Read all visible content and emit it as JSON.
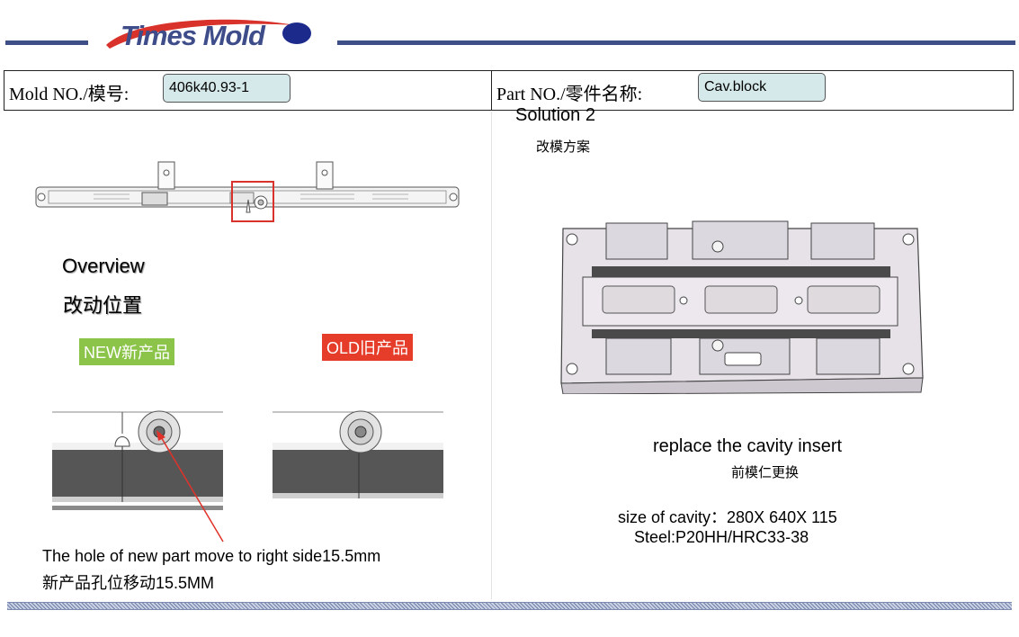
{
  "header": {
    "logo_text": "Times Mold"
  },
  "info": {
    "mold_label": "Mold NO./模号:",
    "mold_value": "406k40.93-1",
    "part_label": "Part NO./零件名称:",
    "part_value": "Cav.block"
  },
  "left": {
    "overview_en": "Overview",
    "overview_cn": "改动位置",
    "new_tag": "NEW新产品",
    "old_tag": "OLD旧产品",
    "note_en": "The hole of new part move to right side15.5mm",
    "note_cn": "新产品孔位移动15.5MM"
  },
  "right": {
    "solution_en": "Solution 2",
    "solution_cn": "改模方案",
    "replace_en": "replace the cavity insert",
    "replace_cn": "前模仁更换",
    "size_text": "size of cavity：280X 640X 115",
    "steel_text": "Steel:P20HH/HRC33-38"
  },
  "colors": {
    "brand_blue": "#3e4d8a",
    "brand_red": "#d8322b",
    "new_green": "#8cc44a",
    "old_red": "#e63c2a",
    "field_fill": "#d5e9ea"
  },
  "icons": {
    "logo_mark": "red-swoosh-blue-dot-logo"
  }
}
